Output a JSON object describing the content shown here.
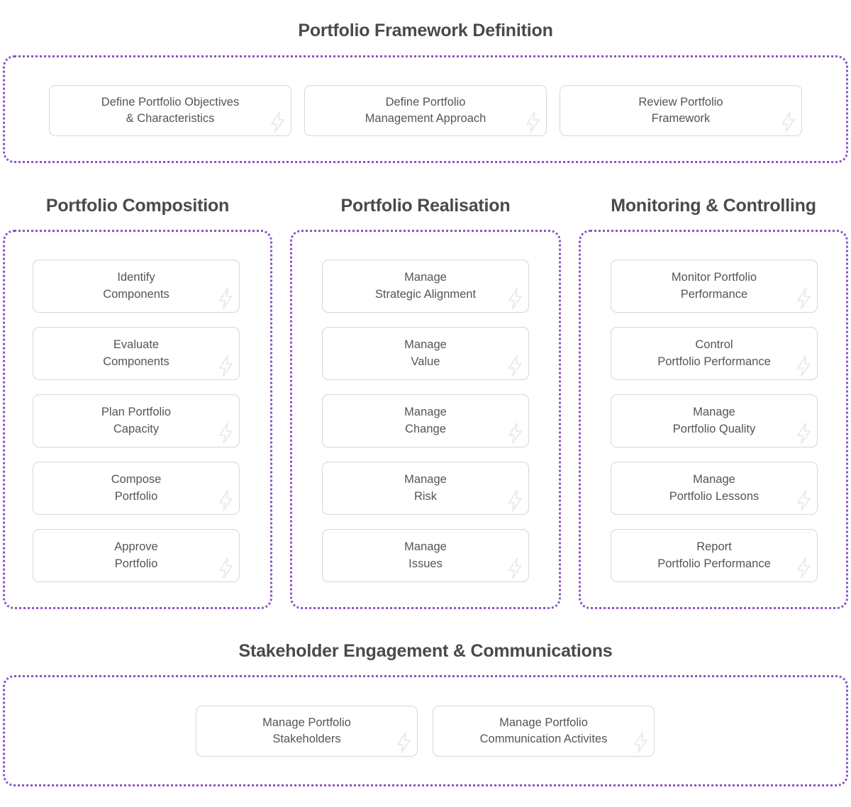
{
  "diagram": {
    "icon_name": "lightning-bolt-icon",
    "accent_dotted_border_color": "#8a55c4",
    "card_border_color": "#d6d6d6",
    "text_color": "#555555",
    "heading_color": "#4a4a4a",
    "background_color": "#ffffff"
  },
  "top_section": {
    "title": "Portfolio Framework Definition",
    "cards": [
      {
        "line1": "Define Portfolio Objectives",
        "line2": "& Characteristics"
      },
      {
        "line1": "Define Portfolio",
        "line2": "Management Approach"
      },
      {
        "line1": "Review Portfolio",
        "line2": "Framework"
      }
    ]
  },
  "columns": [
    {
      "title": "Portfolio Composition",
      "cards": [
        {
          "line1": "Identify",
          "line2": "Components"
        },
        {
          "line1": "Evaluate",
          "line2": "Components"
        },
        {
          "line1": "Plan Portfolio",
          "line2": "Capacity"
        },
        {
          "line1": "Compose",
          "line2": "Portfolio"
        },
        {
          "line1": "Approve",
          "line2": "Portfolio"
        }
      ]
    },
    {
      "title": "Portfolio Realisation",
      "cards": [
        {
          "line1": "Manage",
          "line2": "Strategic Alignment"
        },
        {
          "line1": "Manage",
          "line2": "Value"
        },
        {
          "line1": "Manage",
          "line2": "Change"
        },
        {
          "line1": "Manage",
          "line2": "Risk"
        },
        {
          "line1": "Manage",
          "line2": "Issues"
        }
      ]
    },
    {
      "title": "Monitoring & Controlling",
      "cards": [
        {
          "line1": "Monitor Portfolio",
          "line2": "Performance"
        },
        {
          "line1": "Control",
          "line2": "Portfolio Performance"
        },
        {
          "line1": "Manage",
          "line2": "Portfolio Quality"
        },
        {
          "line1": "Manage",
          "line2": "Portfolio Lessons"
        },
        {
          "line1": "Report",
          "line2": "Portfolio Performance"
        }
      ]
    }
  ],
  "bottom_section": {
    "title": "Stakeholder Engagement & Communications",
    "cards": [
      {
        "line1": "Manage Portfolio",
        "line2": "Stakeholders"
      },
      {
        "line1": "Manage Portfolio",
        "line2": "Communication Activites"
      }
    ]
  }
}
